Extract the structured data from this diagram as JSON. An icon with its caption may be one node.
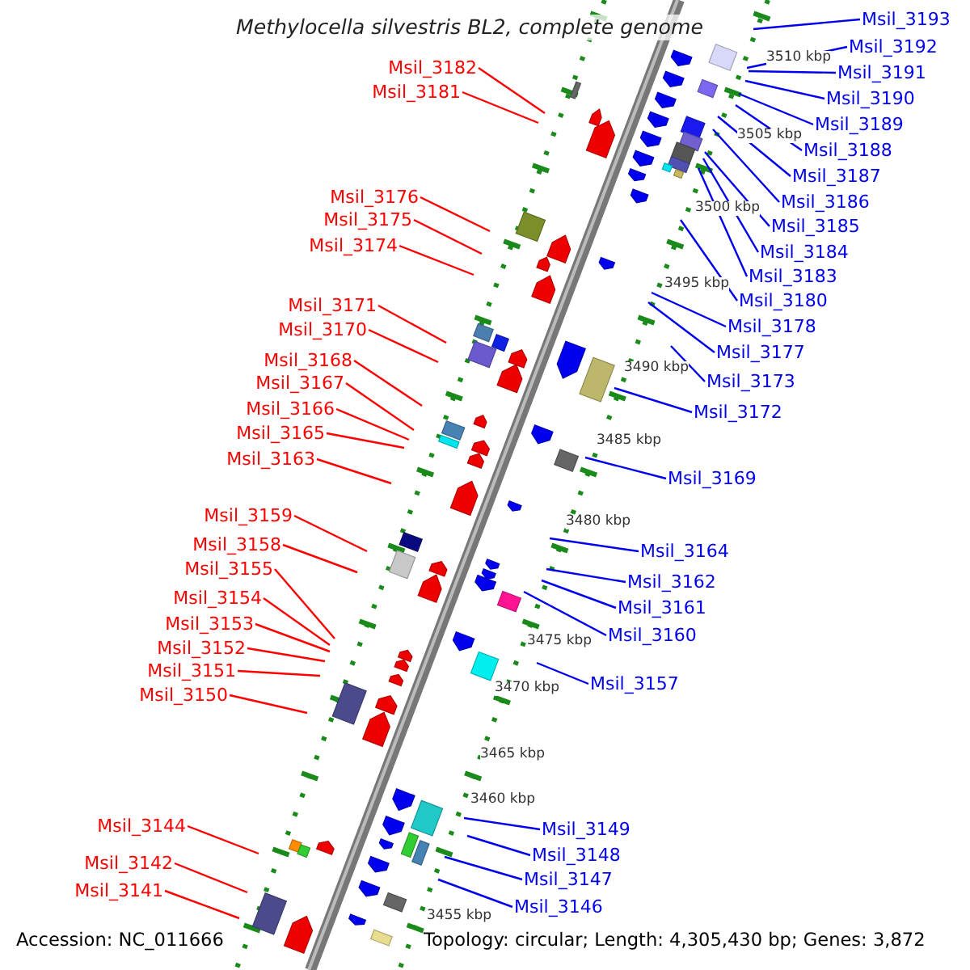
{
  "diagram": {
    "title": "Methylocella silvestris BL2, complete genome",
    "nodes": [
      {
        "text": [
          "Msil_3182"
        ]
      },
      {
        "text": [
          "Msil_3181"
        ]
      },
      {
        "text": [
          "Msil_3176"
        ]
      },
      {
        "text": [
          "Msil_3175"
        ]
      },
      {
        "text": [
          "Msil_3174"
        ]
      },
      {
        "text": [
          "Msil_3171"
        ]
      },
      {
        "text": [
          "Msil_3170"
        ]
      },
      {
        "text": [
          "Msil_3168"
        ]
      },
      {
        "text": [
          "Msil_3167"
        ]
      },
      {
        "text": [
          "Msil_3166"
        ]
      },
      {
        "text": [
          "Msil_3165"
        ]
      },
      {
        "text": [
          "Msil_3163"
        ]
      },
      {
        "text": [
          "Msil_3159"
        ]
      },
      {
        "text": [
          "Msil_3158"
        ]
      },
      {
        "text": [
          "Msil_3155"
        ]
      },
      {
        "text": [
          "Msil_3154"
        ]
      },
      {
        "text": [
          "Msil_3153"
        ]
      },
      {
        "text": [
          "Msil_3152"
        ]
      },
      {
        "text": [
          "Msil_3151"
        ]
      },
      {
        "text": [
          "Msil_3150"
        ]
      },
      {
        "text": [
          "Msil_3144"
        ]
      },
      {
        "text": [
          "Msil_3142"
        ]
      },
      {
        "text": [
          "Msil_3141"
        ]
      },
      {
        "text": [
          "Msil_3193"
        ]
      },
      {
        "text": [
          "Msil_3192"
        ]
      },
      {
        "text": [
          "Msil_3191"
        ]
      },
      {
        "text": [
          "Msil_3190"
        ]
      },
      {
        "text": [
          "Msil_3189"
        ]
      },
      {
        "text": [
          "Msil_3188"
        ]
      },
      {
        "text": [
          "Msil_3187"
        ]
      },
      {
        "text": [
          "Msil_3186"
        ]
      },
      {
        "text": [
          "Msil_3185"
        ]
      },
      {
        "text": [
          "Msil_3184"
        ]
      },
      {
        "text": [
          "Msil_3183"
        ]
      },
      {
        "text": [
          "Msil_3180"
        ]
      },
      {
        "text": [
          "Msil_3178"
        ]
      },
      {
        "text": [
          "Msil_3177"
        ]
      },
      {
        "text": [
          "Msil_3173"
        ]
      },
      {
        "text": [
          "Msil_3172"
        ]
      },
      {
        "text": [
          "Msil_3169"
        ]
      },
      {
        "text": [
          "Msil_3164"
        ]
      },
      {
        "text": [
          "Msil_3162"
        ]
      },
      {
        "text": [
          "Msil_3161"
        ]
      },
      {
        "text": [
          "Msil_3160"
        ]
      },
      {
        "text": [
          "Msil_3157"
        ]
      },
      {
        "text": [
          "Msil_3149"
        ]
      },
      {
        "text": [
          "Msil_3148"
        ]
      },
      {
        "text": [
          "Msil_3147"
        ]
      },
      {
        "text": [
          "Msil_3146"
        ]
      }
    ],
    "edges": [
      {
        "from": 0,
        "to": null,
        "arrow": "none",
        "color": "#ff0000"
      },
      {
        "from": 1,
        "to": null,
        "arrow": "none",
        "color": "#ff0000"
      },
      {
        "from": 2,
        "to": null,
        "arrow": "none",
        "color": "#ff0000"
      },
      {
        "from": 3,
        "to": null,
        "arrow": "none",
        "color": "#ff0000"
      },
      {
        "from": 4,
        "to": null,
        "arrow": "none",
        "color": "#ff0000"
      },
      {
        "from": 5,
        "to": null,
        "arrow": "none",
        "color": "#ff0000"
      },
      {
        "from": 6,
        "to": null,
        "arrow": "none",
        "color": "#ff0000"
      },
      {
        "from": 7,
        "to": null,
        "arrow": "none",
        "color": "#ff0000"
      },
      {
        "from": 8,
        "to": null,
        "arrow": "none",
        "color": "#ff0000"
      },
      {
        "from": 9,
        "to": null,
        "arrow": "none",
        "color": "#ff0000"
      },
      {
        "from": 10,
        "to": null,
        "arrow": "none",
        "color": "#ff0000"
      },
      {
        "from": 11,
        "to": null,
        "arrow": "none",
        "color": "#ff0000"
      },
      {
        "from": 12,
        "to": null,
        "arrow": "none",
        "color": "#ff0000"
      },
      {
        "from": 13,
        "to": null,
        "arrow": "none",
        "color": "#ff0000"
      },
      {
        "from": 14,
        "to": null,
        "arrow": "none",
        "color": "#ff0000"
      },
      {
        "from": 15,
        "to": null,
        "arrow": "none",
        "color": "#ff0000"
      },
      {
        "from": 16,
        "to": null,
        "arrow": "none",
        "color": "#ff0000"
      },
      {
        "from": 17,
        "to": null,
        "arrow": "none",
        "color": "#ff0000"
      },
      {
        "from": 18,
        "to": null,
        "arrow": "none",
        "color": "#ff0000"
      },
      {
        "from": 19,
        "to": null,
        "arrow": "none",
        "color": "#ff0000"
      },
      {
        "from": 20,
        "to": null,
        "arrow": "none",
        "color": "#ff0000"
      },
      {
        "from": 21,
        "to": null,
        "arrow": "none",
        "color": "#ff0000"
      },
      {
        "from": 22,
        "to": null,
        "arrow": "none",
        "color": "#ff0000"
      },
      {
        "from": 23,
        "to": null,
        "arrow": "none"
      },
      {
        "from": 24,
        "to": null,
        "arrow": "none"
      },
      {
        "from": 25,
        "to": null,
        "arrow": "none"
      },
      {
        "from": 26,
        "to": null,
        "arrow": "none"
      },
      {
        "from": 27,
        "to": null,
        "arrow": "none"
      },
      {
        "from": 28,
        "to": null,
        "arrow": "none"
      },
      {
        "from": 29,
        "to": null,
        "arrow": "none"
      },
      {
        "from": 30,
        "to": null,
        "arrow": "none"
      },
      {
        "from": 31,
        "to": null,
        "arrow": "none"
      },
      {
        "from": 32,
        "to": null,
        "arrow": "none"
      },
      {
        "from": 33,
        "to": null,
        "arrow": "none"
      },
      {
        "from": 34,
        "to": null,
        "arrow": "none"
      },
      {
        "from": 35,
        "to": null,
        "arrow": "none"
      },
      {
        "from": 36,
        "to": null,
        "arrow": "none"
      },
      {
        "from": 37,
        "to": null,
        "arrow": "none"
      },
      {
        "from": 38,
        "to": null,
        "arrow": "none"
      },
      {
        "from": 39,
        "to": null,
        "arrow": "none"
      },
      {
        "from": 40,
        "to": null,
        "arrow": "none"
      },
      {
        "from": 41,
        "to": null,
        "arrow": "none"
      },
      {
        "from": 42,
        "to": null,
        "arrow": "none"
      },
      {
        "from": 43,
        "to": null,
        "arrow": "none"
      },
      {
        "from": 44,
        "to": null,
        "arrow": "none"
      },
      {
        "from": 45,
        "to": null,
        "arrow": "none"
      },
      {
        "from": 46,
        "to": null,
        "arrow": "none"
      },
      {
        "from": 47,
        "to": null,
        "arrow": "none"
      },
      {
        "from": 48,
        "to": null,
        "arrow": "none"
      }
    ],
    "labels": [
      "3510 kbp",
      "3505 kbp",
      "3500 kbp",
      "3495 kbp",
      "3490 kbp",
      "3485 kbp",
      "3480 kbp",
      "3475 kbp",
      "3470 kbp",
      "3465 kbp",
      "3460 kbp",
      "3455 kbp",
      "Accession: NC_011666",
      "Topology: circular; Length: 4,305,430 bp; Genes: 3,872"
    ]
  }
}
